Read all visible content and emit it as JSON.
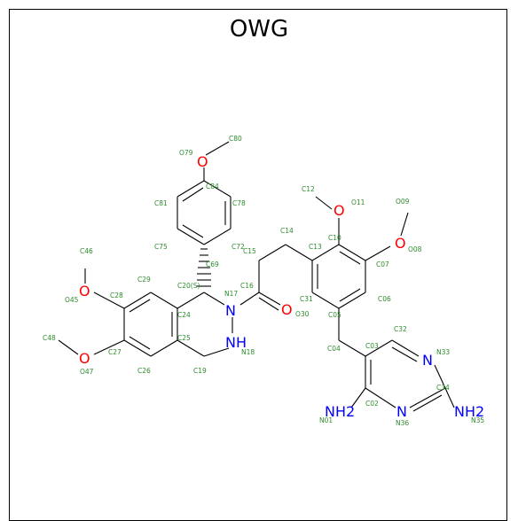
{
  "title": "OWG",
  "atom_labels": [
    "O79",
    "C80",
    "C84",
    "C81",
    "C78",
    "C75",
    "C72",
    "C69",
    "C46",
    "O45",
    "C28",
    "C29",
    "C20(S)",
    "N17",
    "C16",
    "C15",
    "C14",
    "C13",
    "C12",
    "O11",
    "C10",
    "O09",
    "C07",
    "O08",
    "C31",
    "C06",
    "C05",
    "O30",
    "C24",
    "C48",
    "C27",
    "C25",
    "N18",
    "O47",
    "C26",
    "C19",
    "C04",
    "C03",
    "C32",
    "N33",
    "C34",
    "C02",
    "N01",
    "N36",
    "N35"
  ],
  "heteroatoms": {
    "o_methoxy_top": "O",
    "o_methoxy_left_upper": "O",
    "o_methoxy_left_lower": "O",
    "o_methoxy_ring_top": "O",
    "o_methoxy_ring_right": "O",
    "o_carbonyl": "O",
    "n_ring_n17": "N",
    "n_ring_nh": "NH",
    "n_pyr_n33": "N",
    "n_pyr_n36": "N",
    "nh2_left": "NH2",
    "nh2_right": "NH2"
  }
}
